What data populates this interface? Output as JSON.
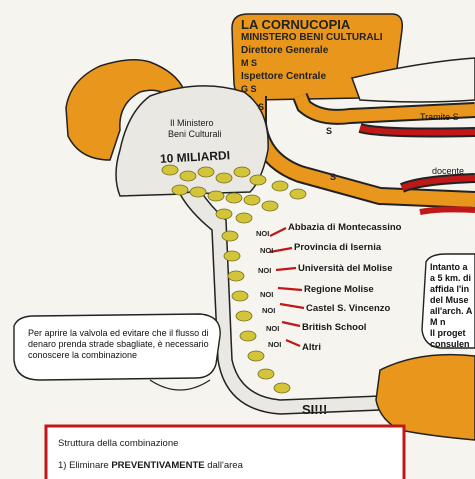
{
  "header": {
    "title": "LA CORNUCOPIA",
    "line1": "MINISTERO BENI CULTURALI",
    "line2": "Direttore Generale",
    "line3": "M      S",
    "line4": "Ispettore Centrale",
    "line5": "G      S"
  },
  "pipes": {
    "s_mark": "S"
  },
  "edge_labels": {
    "tramite": "Tramite S",
    "docente": "docente"
  },
  "ministry": {
    "line1": "Il Ministero",
    "line2": "Beni Culturali",
    "amount": "10 MILIARDI"
  },
  "noi_label": "NOI",
  "branches": [
    "Abbazia di Montecassino",
    "Provincia di Isernia",
    "Università del Molise",
    "Regione Molise",
    "Castel S. Vincenzo",
    "British School",
    "Altri"
  ],
  "valve_note": "Per aprire la valvola ed evitare che il flusso di denaro prenda strade sbagliate, è necessario conoscere la combinazione",
  "si_label": "SI!!!",
  "right_note": {
    "l1": "Intanto a",
    "l2": "a 5 km. di",
    "l3": "affida l'in",
    "l4": "del Muse",
    "l5": "all'arch. A",
    "l6": "M       n",
    "l7": "Il proget",
    "l8": "consulen"
  },
  "combination": {
    "title": "Struttura della combinazione",
    "item1_prefix": "1) Eliminare ",
    "item1_strong": "PREVENTIVAMENTE",
    "item1_rest": " dall'area"
  },
  "colors": {
    "orange": "#e8961c",
    "yellow": "#d4c43a",
    "red": "#c01818",
    "grey": "#cfcfcf"
  }
}
